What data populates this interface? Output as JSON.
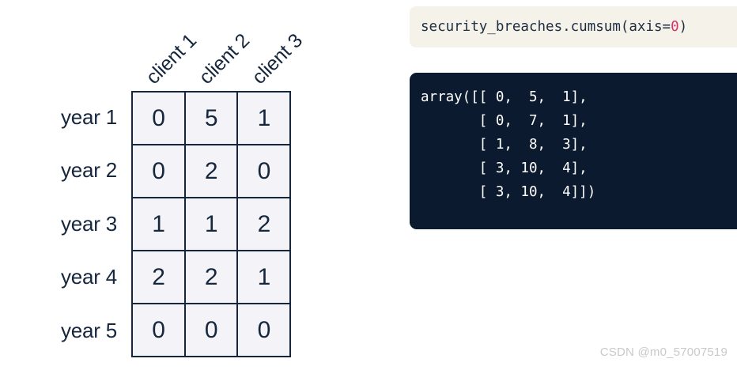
{
  "figure": {
    "column_headers": [
      "client 1",
      "client 2",
      "client 3"
    ],
    "row_labels": [
      "year 1",
      "year 2",
      "year 3",
      "year 4",
      "year 5"
    ],
    "matrix": [
      [
        "0",
        "5",
        "1"
      ],
      [
        "0",
        "2",
        "0"
      ],
      [
        "1",
        "1",
        "2"
      ],
      [
        "2",
        "2",
        "1"
      ],
      [
        "0",
        "0",
        "0"
      ]
    ]
  },
  "code": {
    "input_prefix": "security_breaches.cumsum(axis=",
    "input_axis_value": "0",
    "input_suffix": ")",
    "input_full": "security_breaches.cumsum(axis=0)",
    "output": "array([[ 0,  5,  1],\n       [ 0,  7,  1],\n       [ 1,  8,  3],\n       [ 3, 10,  4],\n       [ 3, 10,  4]])"
  },
  "colors": {
    "ink": "#16263c",
    "cell_fill": "#f4f4f8",
    "input_bg": "#f5f2ea",
    "output_bg": "#0b1a2e",
    "accent_number": "#d6336c",
    "watermark": "#c9c9c9"
  },
  "watermark": {
    "text": "CSDN @m0_57007519"
  },
  "chart_data": {
    "type": "table",
    "title": "",
    "categories": [
      "client 1",
      "client 2",
      "client 3"
    ],
    "rows": [
      "year 1",
      "year 2",
      "year 3",
      "year 4",
      "year 5"
    ],
    "values": [
      [
        0,
        5,
        1
      ],
      [
        0,
        2,
        0
      ],
      [
        1,
        1,
        2
      ],
      [
        2,
        2,
        1
      ],
      [
        0,
        0,
        0
      ]
    ],
    "xlabel": "",
    "ylabel": "",
    "grid": true,
    "legend": "none",
    "annotations": [
      "security_breaches.cumsum(axis=0)",
      "array([[ 0,  5,  1], [ 0,  7,  1], [ 1,  8,  3], [ 3, 10,  4], [ 3, 10,  4]])"
    ],
    "cumsum_axis0": [
      [
        0,
        5,
        1
      ],
      [
        0,
        7,
        1
      ],
      [
        1,
        8,
        3
      ],
      [
        3,
        10,
        4
      ],
      [
        3,
        10,
        4
      ]
    ]
  }
}
